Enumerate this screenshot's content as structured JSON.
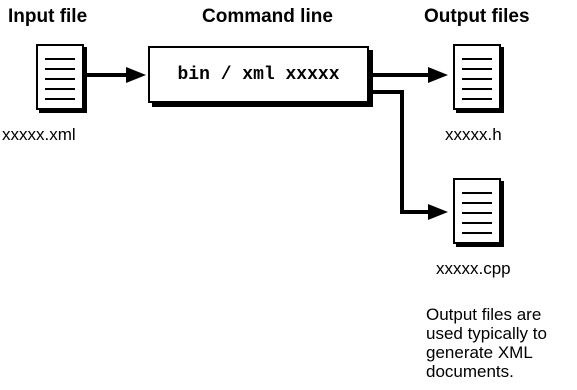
{
  "headers": {
    "input": "Input file",
    "command": "Command line",
    "output": "Output files"
  },
  "command_text": "bin / xml xxxxx",
  "files": {
    "input_name": "xxxxx.xml",
    "header_name": "xxxxx.h",
    "cpp_name": "xxxxx.cpp"
  },
  "note": "Output files are used typically to generate XML documents."
}
